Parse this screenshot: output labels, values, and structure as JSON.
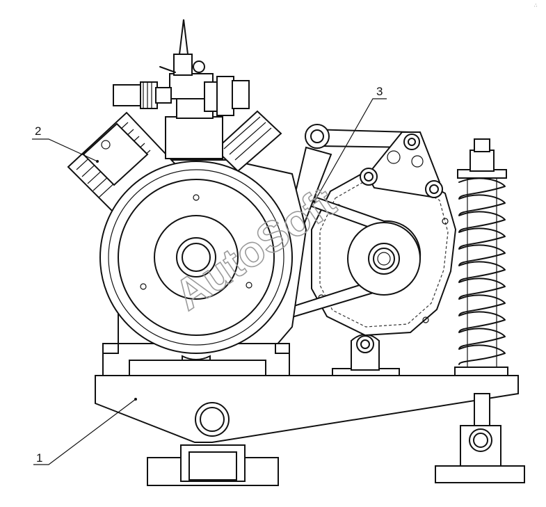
{
  "diagram": {
    "callouts": [
      {
        "id": "1",
        "label": "1"
      },
      {
        "id": "2",
        "label": "2"
      },
      {
        "id": "3",
        "label": "3"
      }
    ],
    "watermark": "AutoSoft",
    "corner_mark": "∴"
  }
}
